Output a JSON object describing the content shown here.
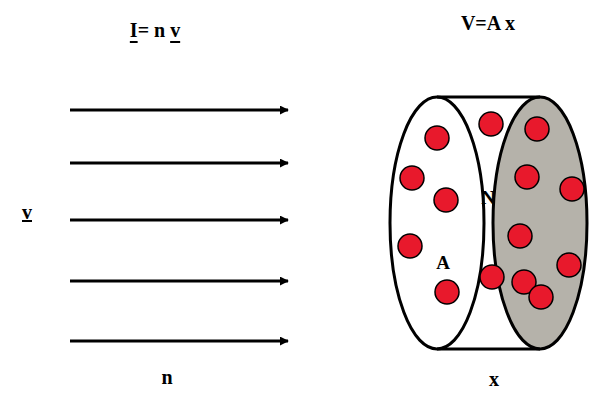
{
  "diagram": {
    "labels": [
      "I= n v",
      "V=A x",
      "v",
      "n",
      "x",
      "N",
      "A"
    ]
  }
}
